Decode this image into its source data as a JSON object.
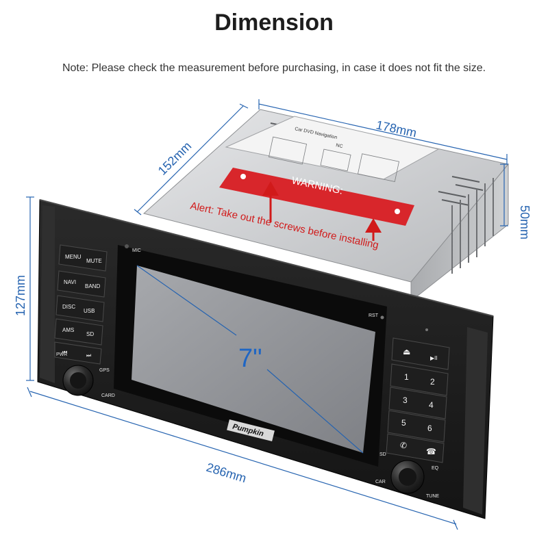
{
  "header": {
    "title": "Dimension",
    "note": "Note: Please check the measurement before purchasing, in case it does not fit the size."
  },
  "dimensions": {
    "depth": "178mm",
    "width_top": "152mm",
    "height_back": "50mm",
    "height_front": "127mm",
    "width_front": "286mm",
    "screen": "7\""
  },
  "label_sticker": {
    "warning": "WARNING:",
    "product": "Car DVD Navigation",
    "nc": "NC"
  },
  "alert": {
    "text": "Alert: Take out the screws before installing"
  },
  "left_buttons": [
    {
      "a": "MENU",
      "b": "MUTE"
    },
    {
      "a": "NAVI",
      "b": "BAND"
    },
    {
      "a": "DISC",
      "b": "USB"
    },
    {
      "a": "AMS",
      "b": "SD"
    },
    {
      "a": "⏮",
      "b": "⏭"
    }
  ],
  "right_buttons": [
    {
      "a": "⏏",
      "b": "▶II"
    },
    {
      "a": "1",
      "b": "2"
    },
    {
      "a": "3",
      "b": "4"
    },
    {
      "a": "5",
      "b": "6"
    },
    {
      "a": "✆",
      "b": "☎"
    }
  ],
  "panel_labels": {
    "mic": "MIC",
    "rst": "RST",
    "pwr": "PWR",
    "gps": "GPS",
    "card_left": "CARD",
    "sd": "SD",
    "eq": "EQ",
    "card_right": "CAR",
    "tune": "TUNE"
  },
  "brand": {
    "logo": "Pumpkin"
  },
  "colors": {
    "dimension_blue": "#2563b0",
    "alert_red": "#d11a1a",
    "sticker_red": "#d8262b",
    "body_black": "#1b1b1b",
    "screen_gray": "#8f9196",
    "chassis_gray": "#c4c6c9"
  }
}
